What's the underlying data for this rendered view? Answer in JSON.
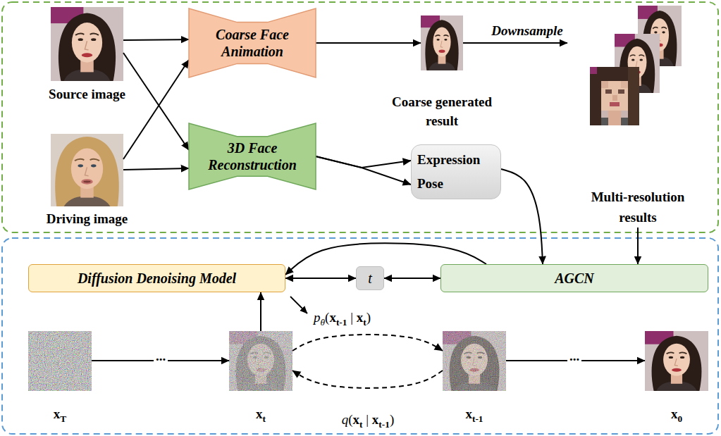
{
  "diagram": {
    "nodes": [
      {
        "text": [
          "Source image"
        ]
      },
      {
        "text": [
          "Coarse Face Animation"
        ]
      },
      {
        "text": [
          "Coarse generated result"
        ]
      },
      {
        "text": [
          "Multi-resolution results"
        ]
      },
      {
        "text": [
          "3D Face Reconstruction"
        ]
      },
      {
        "text": [
          "Expression",
          "Pose"
        ]
      },
      {
        "text": [
          "Driving image"
        ]
      },
      {
        "text": [
          "Diffusion Denoising Model"
        ]
      },
      {
        "text": [
          "t"
        ]
      },
      {
        "text": [
          "AGCN"
        ]
      },
      {
        "text": [
          "xT"
        ]
      },
      {
        "text": [
          "xt"
        ]
      },
      {
        "text": [
          "xt-1"
        ]
      },
      {
        "text": [
          "x0"
        ]
      }
    ],
    "edges": [
      {
        "from": 0,
        "to": 1,
        "arrow": "to"
      },
      {
        "from": 0,
        "to": 4,
        "arrow": "to"
      },
      {
        "from": 6,
        "to": 1,
        "arrow": "to"
      },
      {
        "from": 6,
        "to": 4,
        "arrow": "to"
      },
      {
        "from": 1,
        "to": 2,
        "arrow": "to"
      },
      {
        "from": 2,
        "to": 3,
        "label": "Downsample",
        "arrow": "to"
      },
      {
        "from": 4,
        "to": 5,
        "arrow": "to"
      },
      {
        "from": 4,
        "to": 5,
        "arrow": "to"
      },
      {
        "from": 5,
        "to": 9,
        "arrow": "to"
      },
      {
        "from": 3,
        "to": 9,
        "arrow": "to"
      },
      {
        "from": 9,
        "to": 7,
        "arrow": "to"
      },
      {
        "from": 7,
        "to": 8,
        "arrow": "both"
      },
      {
        "from": 8,
        "to": 9,
        "arrow": "both"
      },
      {
        "from": 11,
        "to": 7,
        "arrow": "to"
      },
      {
        "from": 10,
        "to": 11,
        "label": "...",
        "arrow": "to"
      },
      {
        "from": 11,
        "to": 12,
        "arrow": "to"
      },
      {
        "from": 12,
        "to": 11,
        "label": "q(xt | xt-1)",
        "arrow": "to"
      },
      {
        "from": 12,
        "to": 13,
        "label": "...",
        "arrow": "to"
      }
    ],
    "labels": [
      "pθ(xt-1 | xt)"
    ]
  }
}
